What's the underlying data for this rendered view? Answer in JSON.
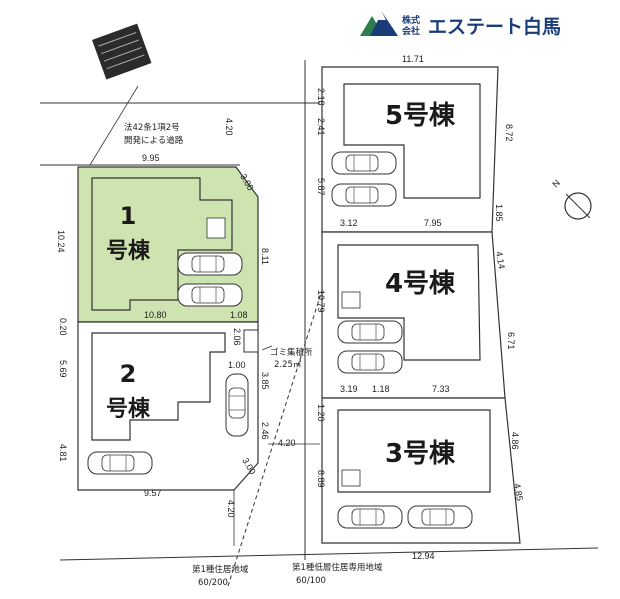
{
  "company": {
    "prefix_line1": "株式",
    "prefix_line2": "会社",
    "name": "エステート白馬",
    "colors": {
      "brand": "#1a3d7a",
      "mountain": "#2e7d4f"
    }
  },
  "road_note": {
    "line1": "法42条1項2号",
    "line2": "開発による道路"
  },
  "garbage_note": {
    "line1": "ゴミ集積所",
    "line2": "2.25㎡"
  },
  "zoning": {
    "left": {
      "line1": "第1種住居地域",
      "line2": "60/200"
    },
    "right": {
      "line1": "第1種低層住居専用地域",
      "line2": "60/100"
    }
  },
  "lots": [
    {
      "id": "1",
      "label_num": "1",
      "label_suffix": "号棟",
      "highlighted": true
    },
    {
      "id": "2",
      "label_num": "2",
      "label_suffix": "号棟",
      "highlighted": false
    },
    {
      "id": "3",
      "label_num": "3号棟",
      "highlighted": false
    },
    {
      "id": "4",
      "label_num": "4号棟",
      "highlighted": false
    },
    {
      "id": "5",
      "label_num": "5号棟",
      "highlighted": false
    }
  ],
  "dimensions": {
    "d_11_71": "11.71",
    "d_2_18": "2.18",
    "d_2_41": "2.41",
    "d_8_72": "8.72",
    "d_5_87": "5.87",
    "d_1_85": "1.85",
    "d_3_12": "3.12",
    "d_7_95": "7.95",
    "d_4_20_top": "4.20",
    "d_9_95": "9.95",
    "d_3_00_top": "3.00",
    "d_10_24": "10.24",
    "d_8_11": "8.11",
    "d_10_80": "10.80",
    "d_1_08": "1.08",
    "d_0_20": "0.20",
    "d_2_06": "2.06",
    "d_1_00": "1.00",
    "d_5_69": "5.69",
    "d_3_85": "3.85",
    "d_10_79": "10.79",
    "d_4_14": "4.14",
    "d_6_71": "6.71",
    "d_3_19": "3.19",
    "d_1_18": "1.18",
    "d_7_33": "7.33",
    "d_1_20": "1.20",
    "d_4_81": "4.81",
    "d_2_46": "2.46",
    "d_4_20_mid": "4.20",
    "d_4_86": "4.86",
    "d_3_00_bot": "3.00",
    "d_8_89": "8.89",
    "d_9_57": "9.57",
    "d_4_85": "4.85",
    "d_4_20_bot": "4.20",
    "d_12_94": "12.94"
  },
  "compass": {
    "label": "N"
  },
  "colors": {
    "lot1_fill": "#cde3b0",
    "line": "#333333"
  }
}
